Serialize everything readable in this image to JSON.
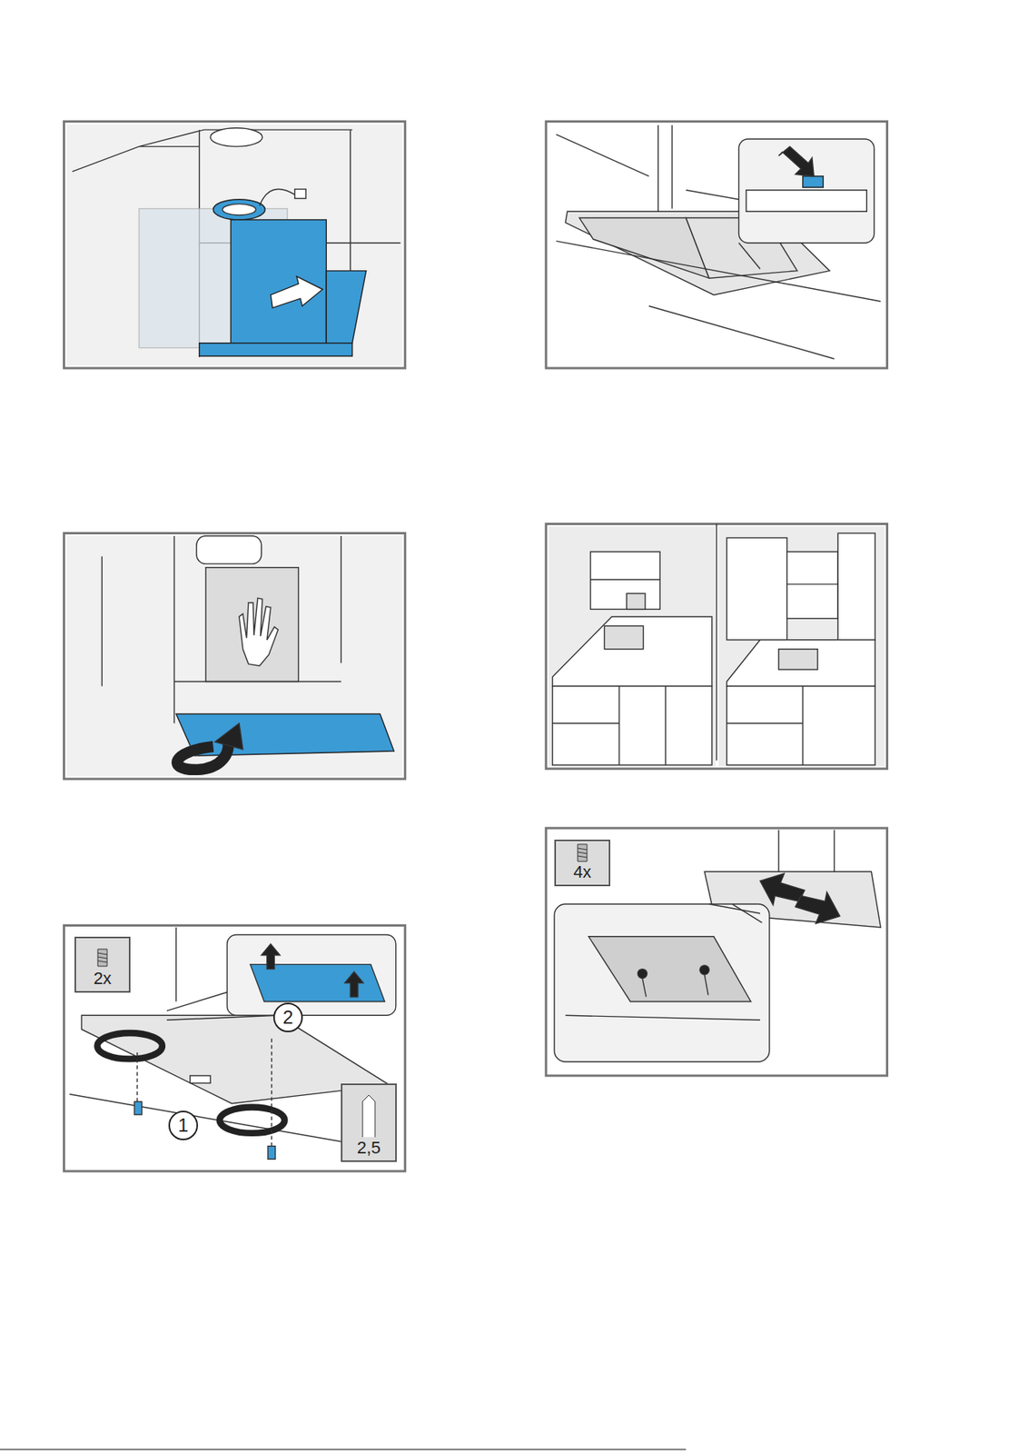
{
  "diagram": {
    "nodes": [
      {
        "text": [
          "2x"
        ]
      },
      {
        "text": [
          "2"
        ]
      },
      {
        "text": [
          "1"
        ]
      },
      {
        "text": [
          "2,5"
        ]
      },
      {
        "text": [
          "4x"
        ]
      }
    ]
  }
}
